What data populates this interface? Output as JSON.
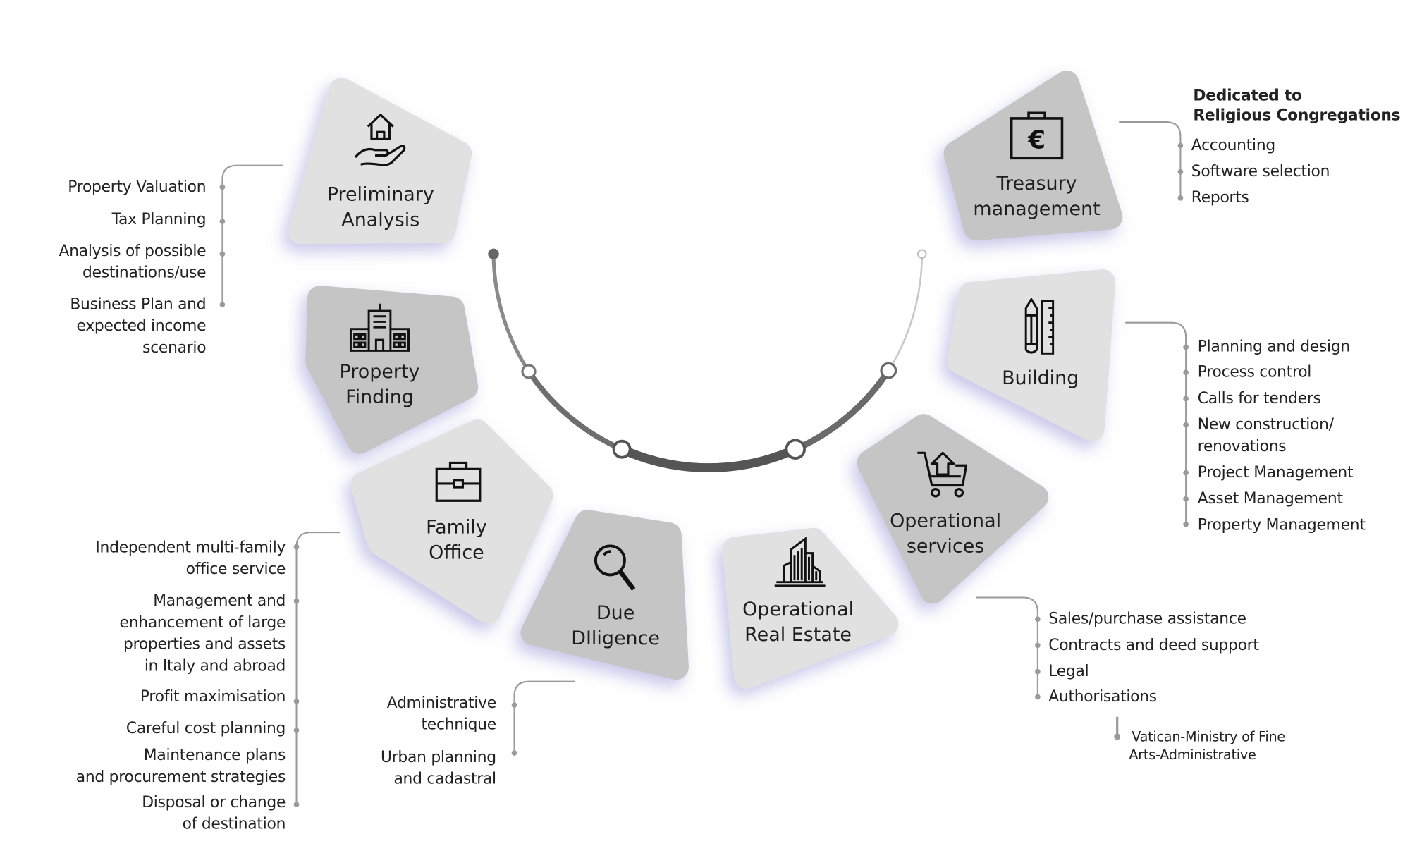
{
  "tiles": {
    "preliminary": {
      "label": "Preliminary\nAnalysis",
      "icon": "house-in-hand-icon"
    },
    "property": {
      "label": "Property\nFinding",
      "icon": "buildings-icon"
    },
    "family": {
      "label": "Family\nOffice",
      "icon": "briefcase-icon"
    },
    "due": {
      "label": "Due\nDIligence",
      "icon": "magnifier-icon"
    },
    "opre": {
      "label": "Operational\nReal Estate",
      "icon": "skyscraper-icon"
    },
    "opserv": {
      "label": "Operational\nservices",
      "icon": "cart-icon"
    },
    "building": {
      "label": "Building",
      "icon": "pencil-ruler-icon"
    },
    "treasury": {
      "label": "Treasury\nmanagement",
      "icon": "euro-case-icon"
    }
  },
  "lists": {
    "preliminary": [
      "Property Valuation",
      "Tax Planning",
      "Analysis of possible\ndestinations/use",
      "Business Plan and\nexpected income\nscenario"
    ],
    "family": [
      "Independent multi-family\noffice service",
      "Management and\nenhancement of large\nproperties and assets\nin Italy and abroad",
      "Profit maximisation",
      "Careful cost planning",
      "Maintenance plans\nand procurement strategies",
      "Disposal or change\nof destination"
    ],
    "due": [
      "Administrative\ntechnique",
      "Urban planning\nand cadastral"
    ],
    "treasury_heading": "Dedicated to\nReligious Congregations",
    "treasury": [
      "Accounting",
      "Software selection",
      "Reports"
    ],
    "building": [
      "Planning and design",
      "Process control",
      "Calls for tenders",
      "New construction/\nrenovations",
      "Project Management",
      "Asset Management",
      "Property Management"
    ],
    "opserv": [
      "Sales/purchase assistance",
      "Contracts and deed support",
      "Legal",
      "Authorisations"
    ],
    "opserv_sub": "Vatican-Ministry of Fine\nArts-Administrative"
  },
  "colors": {
    "light_tile": "#e1e1e1",
    "dark_tile": "#c5c5c5",
    "shadow": "#9a98d8",
    "arc_dark": "#555555",
    "connector": "#9a9a9a"
  }
}
